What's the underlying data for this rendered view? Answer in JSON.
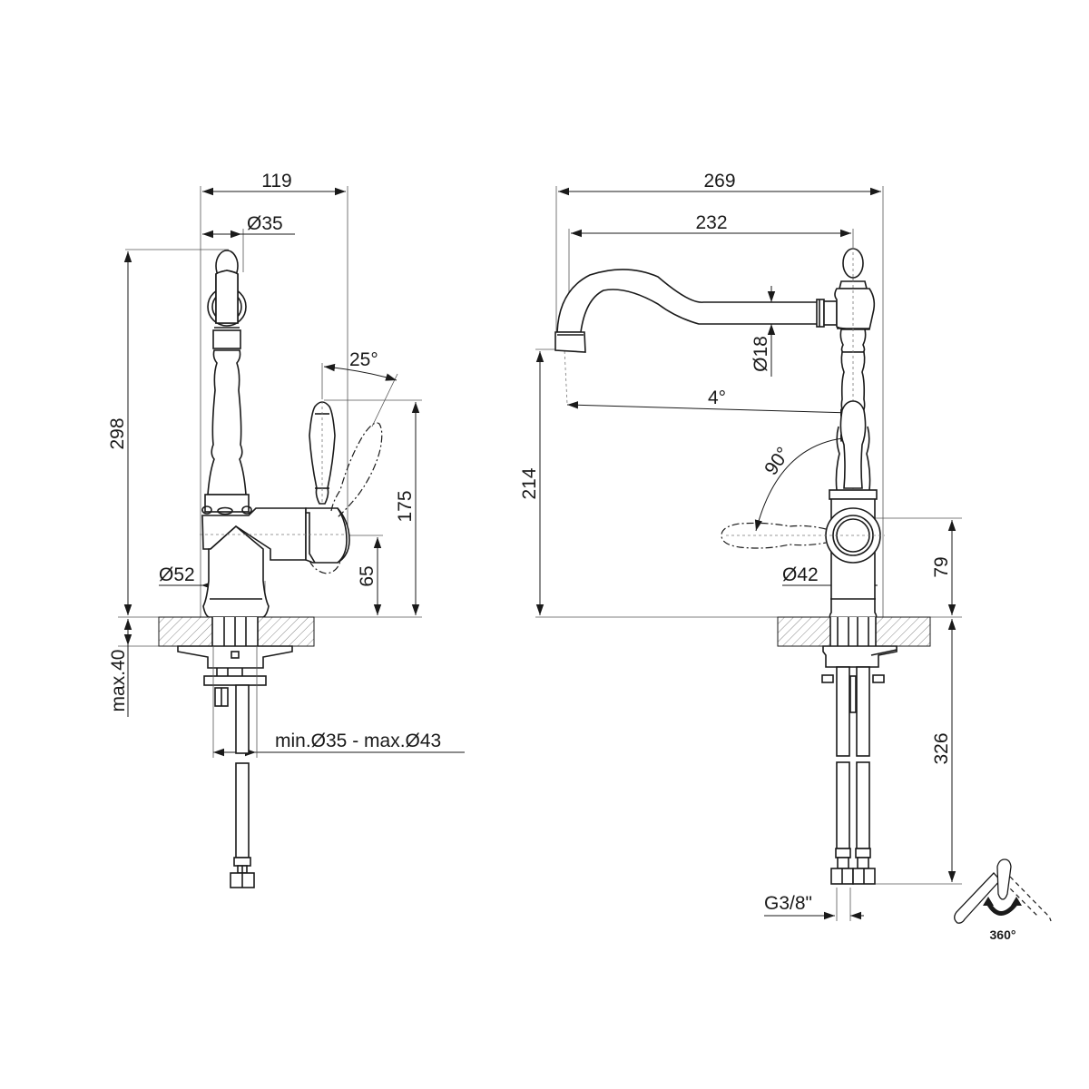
{
  "left_view": {
    "width_overall": "119",
    "top_diameter": "Ø35",
    "height_overall": "298",
    "lever_angle": "25°",
    "lever_height": "175",
    "axis_height": "65",
    "base_diameter": "Ø52",
    "counter_thickness": "max.40",
    "hole_diameter": "min.Ø35 - max.Ø43"
  },
  "right_view": {
    "width_overall": "269",
    "spout_reach": "232",
    "spout_diameter": "Ø18",
    "spout_tilt": "4°",
    "spout_height": "214",
    "lever_rotation": "90°",
    "body_diameter": "Ø42",
    "lever_axis_height": "79",
    "hose_length": "326",
    "connector_thread": "G3/8\""
  },
  "rotation_icon": {
    "label": "360°"
  },
  "colors": {
    "line": "#1a1a1a",
    "background": "#ffffff"
  }
}
